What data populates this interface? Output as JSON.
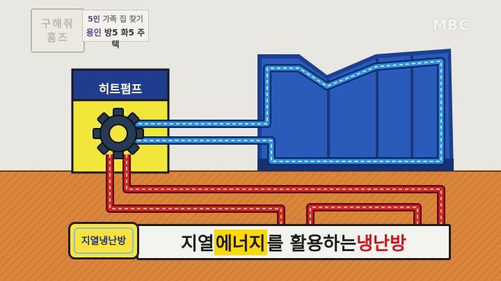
{
  "show_logo": {
    "line1": "구해줘",
    "line2": "홈즈"
  },
  "info_box": {
    "line1_accent": "5인",
    "line1_rest": " 가족 집 찾기",
    "line2_accent": "용인",
    "line2_rest": " 방5 화5 주택"
  },
  "broadcaster": "MBC",
  "diagram": {
    "heat_pump_label": "히트펌프"
  },
  "caption": {
    "badge": "지열냉난방",
    "part1": "지열 ",
    "part2": "에너지",
    "part3": "를 활용하는 ",
    "part4": "냉난방"
  },
  "colors": {
    "ground": "#d9853c",
    "sky": "#e9e7e1",
    "heat_pump_body": "#f1e63a",
    "heat_pump_top": "#1f3c8e",
    "house": "#1f4fa8",
    "hot_pipe": "#e2231a",
    "cold_pipe": "#1e7fd8",
    "gear": "#263a52"
  }
}
